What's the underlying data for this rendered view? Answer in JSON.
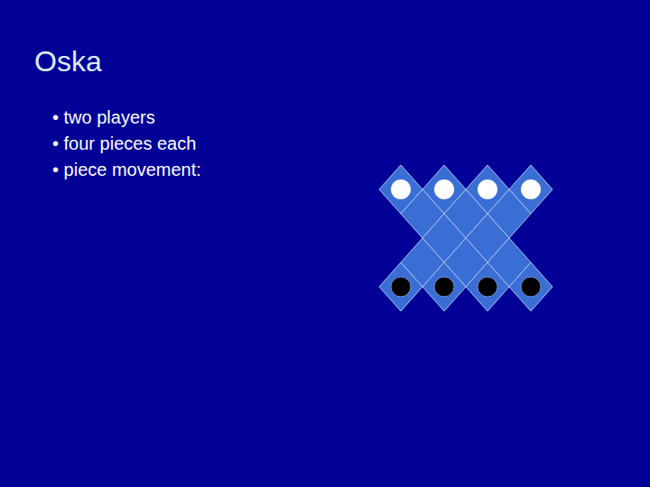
{
  "diagram": {
    "title": "Oska",
    "labels": [
      "• two players",
      "• four pieces each",
      "• piece movement:"
    ]
  }
}
